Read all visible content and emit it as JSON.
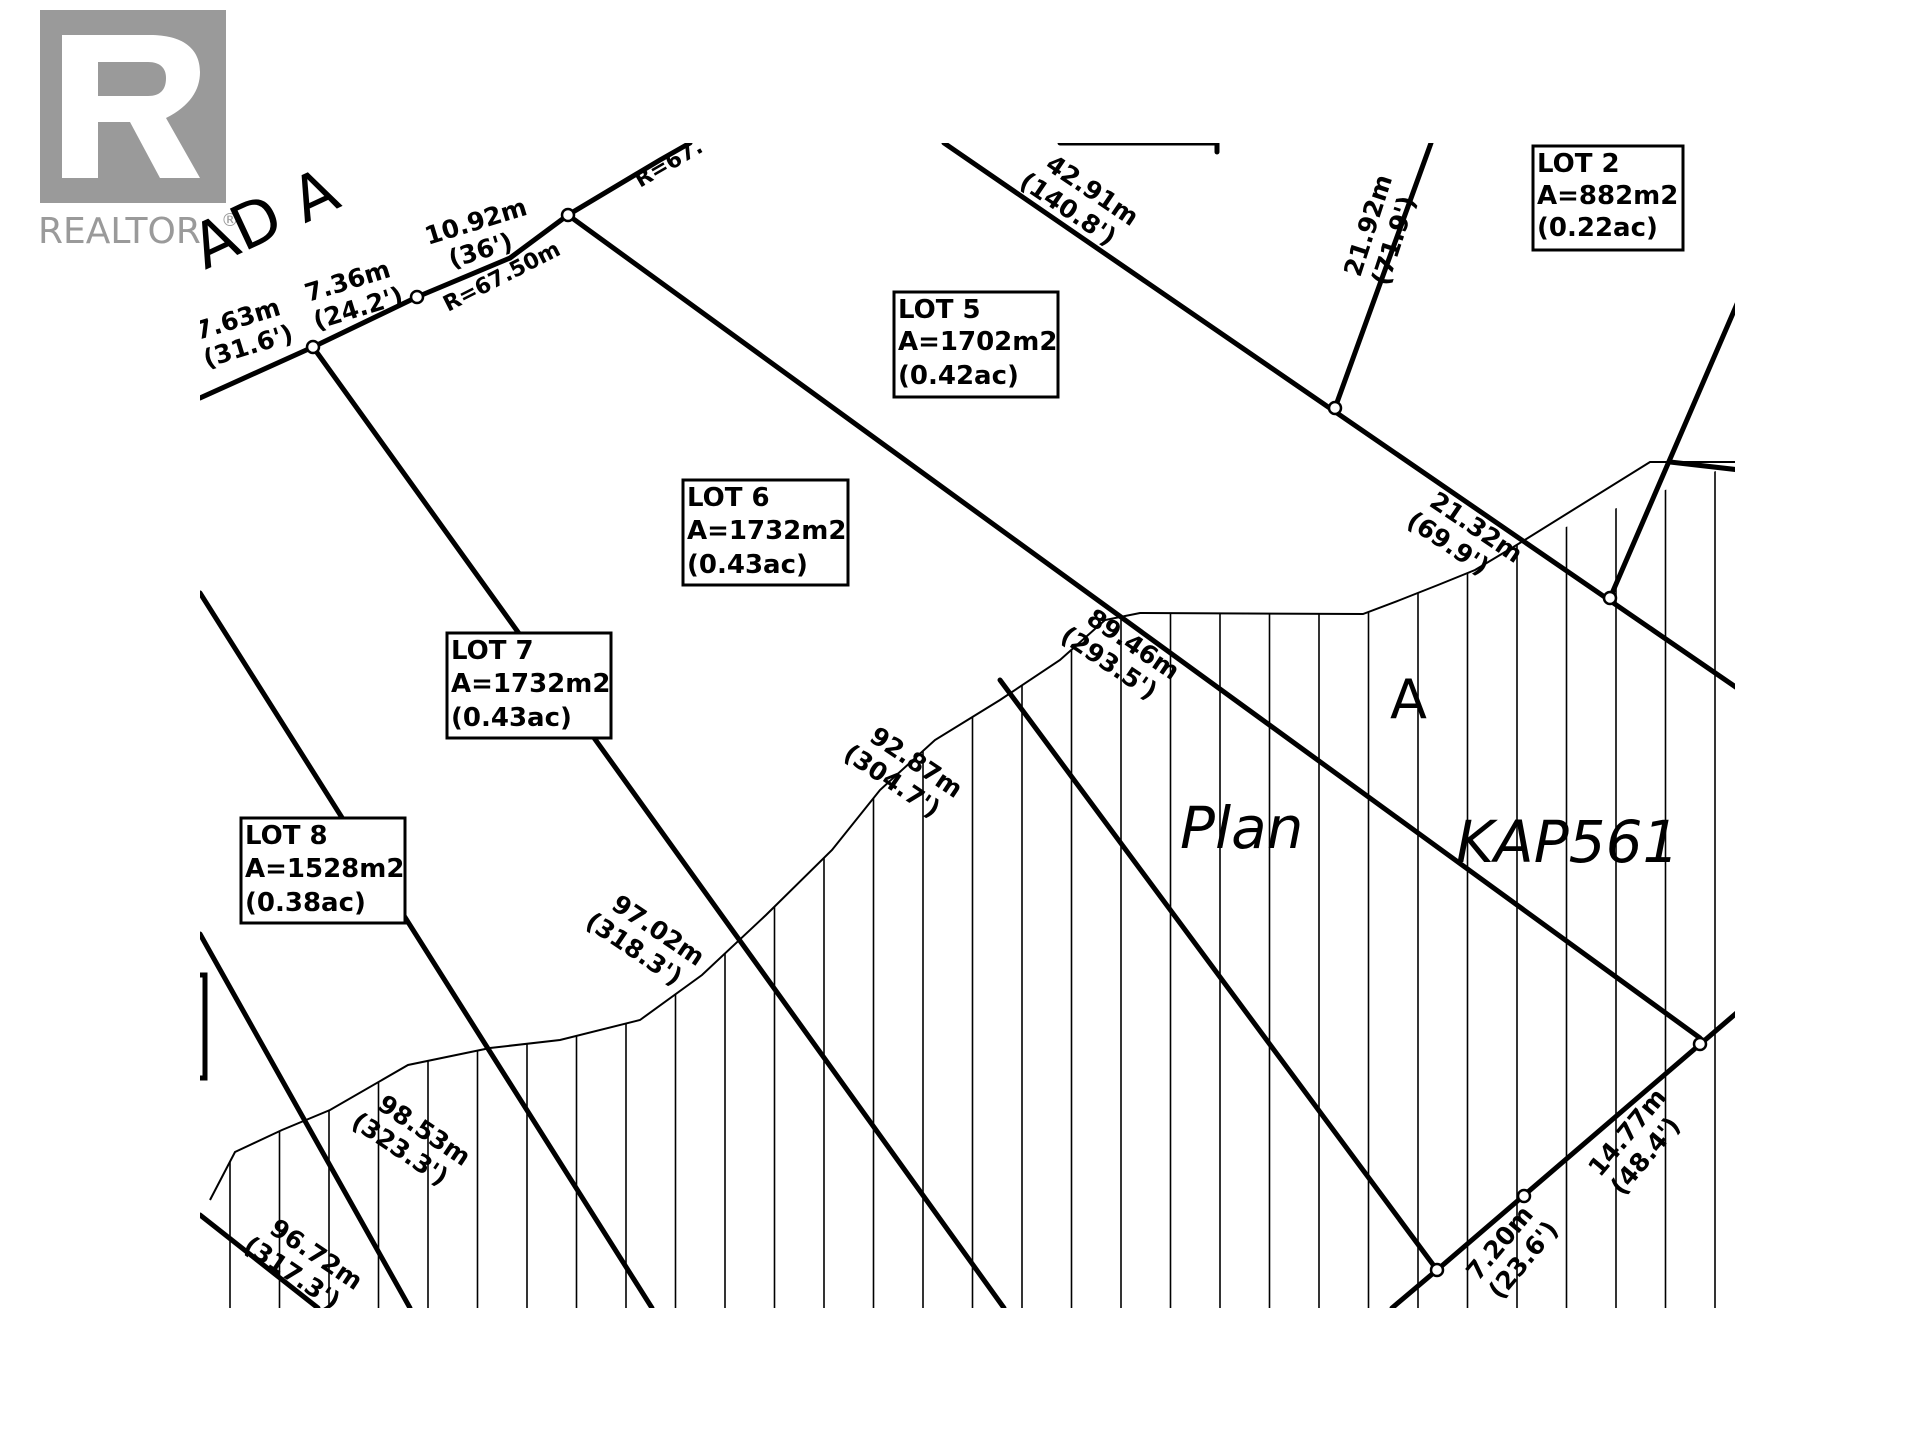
{
  "logo": {
    "wordmark": "REALTOR",
    "registered": "®",
    "color": "#9a9a9a"
  },
  "road": {
    "label": "AD A",
    "curve_radius_1": "R=67.50m",
    "curve_radius_2": "R=67."
  },
  "lots": [
    {
      "name": "LOT 2",
      "area": "A=882m2",
      "acres": "(0.22ac)"
    },
    {
      "name": "LOT 5",
      "area": "A=1702m2",
      "acres": "(0.42ac)"
    },
    {
      "name": "LOT 6",
      "area": "A=1732m2",
      "acres": "(0.43ac)"
    },
    {
      "name": "LOT 7",
      "area": "A=1732m2",
      "acres": "(0.43ac)"
    },
    {
      "name": "LOT 8",
      "area": "A=1528m2",
      "acres": "(0.38ac)"
    }
  ],
  "dimensions": {
    "d1": {
      "m": "7.63m",
      "ft": "(31.6')"
    },
    "d2": {
      "m": "7.36m",
      "ft": "(24.2')"
    },
    "d3": {
      "m": "10.92m",
      "ft": "(36')"
    },
    "d4": {
      "m": "42.91m",
      "ft": "(140.8')"
    },
    "d5": {
      "m": "21.92m",
      "ft": "(71.9')"
    },
    "d6": {
      "m": "21.32m",
      "ft": "(69.9')"
    },
    "d7": {
      "m": "89.46m",
      "ft": "(293.5')"
    },
    "d8": {
      "m": "92.87m",
      "ft": "(304.7')"
    },
    "d9": {
      "m": "97.02m",
      "ft": "(318.3')"
    },
    "d10": {
      "m": "98.53m",
      "ft": "(323.3')"
    },
    "d11": {
      "m": "96.72m",
      "ft": "(317.3')"
    },
    "d12": {
      "m": "7.20m",
      "ft": "(23.6')"
    },
    "d13": {
      "m": "14.77m",
      "ft": "(48.4')"
    }
  },
  "remainder": {
    "letter": "A",
    "plan_word": "Plan",
    "plan_number": "KAP561"
  }
}
